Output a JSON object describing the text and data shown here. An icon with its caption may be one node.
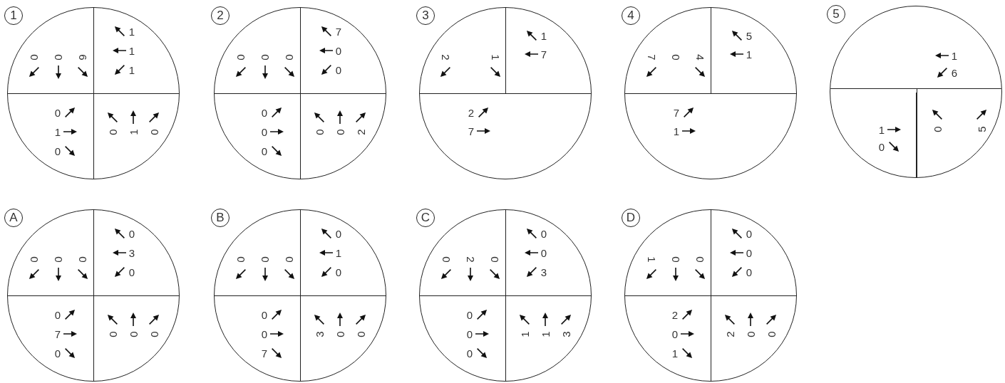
{
  "diagram": {
    "nodes": [
      {
        "text": [
          "1"
        ]
      },
      {
        "text": [],
        "shape": "circle"
      },
      {
        "text": [
          "0",
          "0",
          "6"
        ],
        "in": 1
      },
      {
        "text": [
          "1",
          "1",
          "1"
        ],
        "in": 1
      },
      {
        "text": [
          "0",
          "1",
          "0"
        ],
        "in": 1
      },
      {
        "text": [
          "0",
          "1",
          "0"
        ],
        "in": 1
      },
      {
        "text": [
          "2"
        ]
      },
      {
        "text": [],
        "shape": "circle"
      },
      {
        "text": [
          "0",
          "0",
          "0"
        ],
        "in": 7
      },
      {
        "text": [
          "7",
          "0",
          "0"
        ],
        "in": 7
      },
      {
        "text": [
          "0",
          "0",
          "0"
        ],
        "in": 7
      },
      {
        "text": [
          "0",
          "0",
          "2"
        ],
        "in": 7
      },
      {
        "text": [
          "3"
        ]
      },
      {
        "text": [],
        "shape": "circle"
      },
      {
        "text": [
          "2",
          "1"
        ],
        "in": 13
      },
      {
        "text": [
          "1",
          "7"
        ],
        "in": 13
      },
      {
        "text": [
          "2",
          "7"
        ],
        "in": 13
      },
      {
        "text": [
          "4"
        ]
      },
      {
        "text": [],
        "shape": "circle"
      },
      {
        "text": [
          "7",
          "0",
          "4"
        ],
        "in": 18
      },
      {
        "text": [
          "5",
          "1"
        ],
        "in": 18
      },
      {
        "text": [
          "7",
          "1"
        ],
        "in": 18
      },
      {
        "text": [
          "5"
        ]
      },
      {
        "text": [],
        "shape": "circle"
      },
      {
        "text": [
          "1",
          "6"
        ],
        "in": 23
      },
      {
        "text": [
          "1",
          "0"
        ],
        "in": 23
      },
      {
        "text": [
          "0",
          "5"
        ],
        "in": 23
      },
      {
        "text": [
          "A"
        ]
      },
      {
        "text": [],
        "shape": "circle"
      },
      {
        "text": [
          "0",
          "0",
          "0"
        ],
        "in": 28
      },
      {
        "text": [
          "0",
          "3",
          "0"
        ],
        "in": 28
      },
      {
        "text": [
          "0",
          "7",
          "0"
        ],
        "in": 28
      },
      {
        "text": [
          "0",
          "0",
          "0"
        ],
        "in": 28
      },
      {
        "text": [
          "B"
        ]
      },
      {
        "text": [],
        "shape": "circle"
      },
      {
        "text": [
          "0",
          "0",
          "0"
        ],
        "in": 34
      },
      {
        "text": [
          "0",
          "1",
          "0"
        ],
        "in": 34
      },
      {
        "text": [
          "0",
          "0",
          "7"
        ],
        "in": 34
      },
      {
        "text": [
          "3",
          "0",
          "0"
        ],
        "in": 34
      },
      {
        "text": [
          "C"
        ]
      },
      {
        "text": [],
        "shape": "circle"
      },
      {
        "text": [
          "0",
          "2",
          "0"
        ],
        "in": 40
      },
      {
        "text": [
          "0",
          "0",
          "3"
        ],
        "in": 40
      },
      {
        "text": [
          "0",
          "0",
          "0"
        ],
        "in": 40
      },
      {
        "text": [
          "1",
          "1",
          "3"
        ],
        "in": 40
      },
      {
        "text": [
          "D"
        ]
      },
      {
        "text": [],
        "shape": "circle"
      },
      {
        "text": [
          "1",
          "0",
          "0"
        ],
        "in": 46
      },
      {
        "text": [
          "0",
          "0",
          "0"
        ],
        "in": 46
      },
      {
        "text": [
          "2",
          "0",
          "1"
        ],
        "in": 46
      },
      {
        "text": [
          "2",
          "0",
          "0"
        ],
        "in": 46
      }
    ]
  }
}
